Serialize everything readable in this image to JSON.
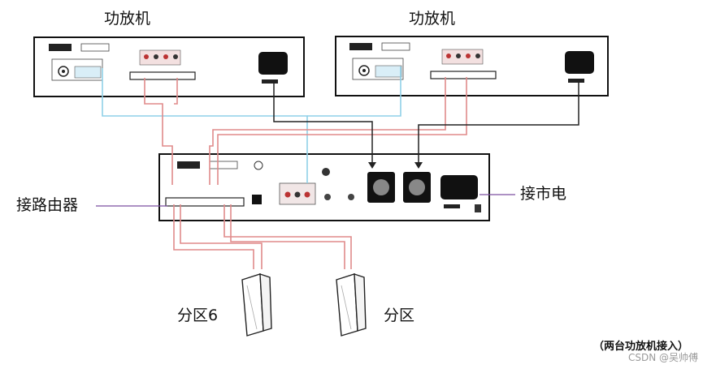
{
  "amp_left": {
    "title": "功放机"
  },
  "amp_right": {
    "title": "功放机"
  },
  "labels": {
    "router": "接路由器",
    "mains": "接市电",
    "zone_a": "分区6",
    "zone_b": "分区"
  },
  "caption": "（两台功放机接入）",
  "watermark": "CSDN @吴帅傅",
  "colors": {
    "signal_line": "#8fd0e8",
    "speaker_line": "#e08a8a",
    "power_line": "#222222",
    "device_border": "#111111"
  }
}
